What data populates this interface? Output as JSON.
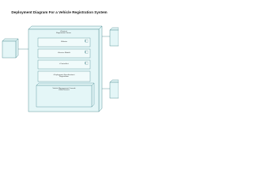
{
  "diagram": {
    "title": "Deployment Diagram For a Vehicle Registration System",
    "left_node": {
      "label": ""
    },
    "right_node_top": {
      "label": ""
    },
    "right_node_bottom": {
      "label": ""
    },
    "server_node": {
      "header": "«Device»",
      "label": "Registration Server"
    },
    "components": [
      {
        "label": "Website"
      },
      {
        "label": "«Service Model»"
      },
      {
        "label": "«Controller»"
      },
      {
        "label": "«Deployment Specification»",
        "sublabel": "Registration"
      }
    ],
    "lower_node": {
      "label": "Vehicle Management Console",
      "sublabel": "«Web Server»"
    },
    "colors": {
      "node_fill": "#e4f6f7",
      "node_stroke": "#3a7f86",
      "connector": "#3a7f86",
      "text": "#333333"
    }
  }
}
